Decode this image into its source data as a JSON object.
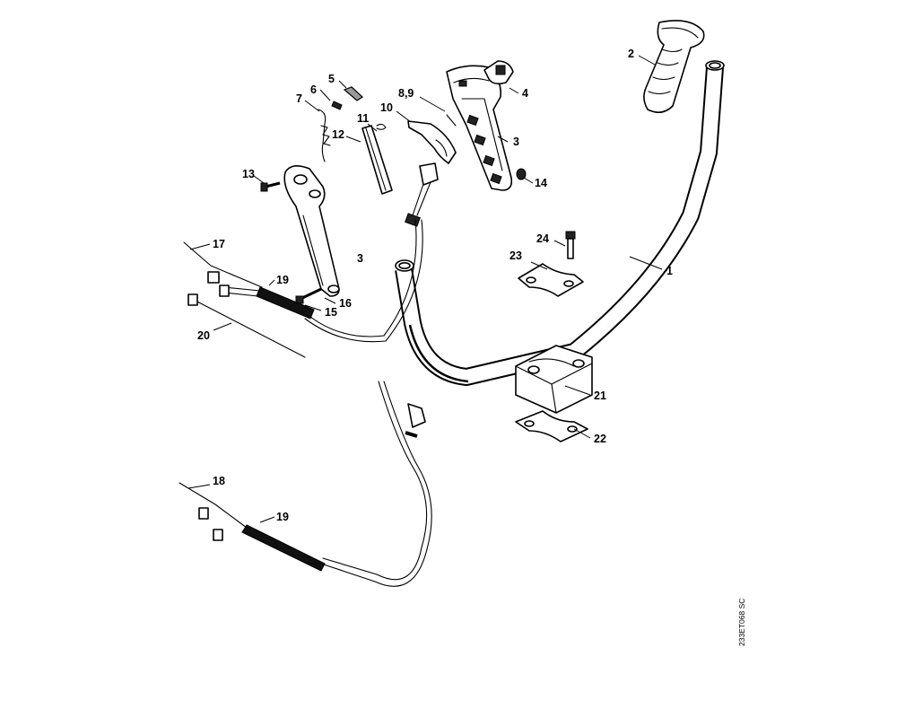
{
  "diagram": {
    "reference_code": "233ET068 SC",
    "callouts": {
      "c1": "1",
      "c2": "2",
      "c3a": "3",
      "c3b": "3",
      "c4": "4",
      "c5": "5",
      "c6": "6",
      "c7": "7",
      "c89": "8,9",
      "c10": "10",
      "c11": "11",
      "c12": "12",
      "c13": "13",
      "c14": "14",
      "c15": "15",
      "c16": "16",
      "c17": "17",
      "c18": "18",
      "c19a": "19",
      "c19b": "19",
      "c20": "20",
      "c21": "21",
      "c22": "22",
      "c23": "23",
      "c24": "24"
    }
  }
}
